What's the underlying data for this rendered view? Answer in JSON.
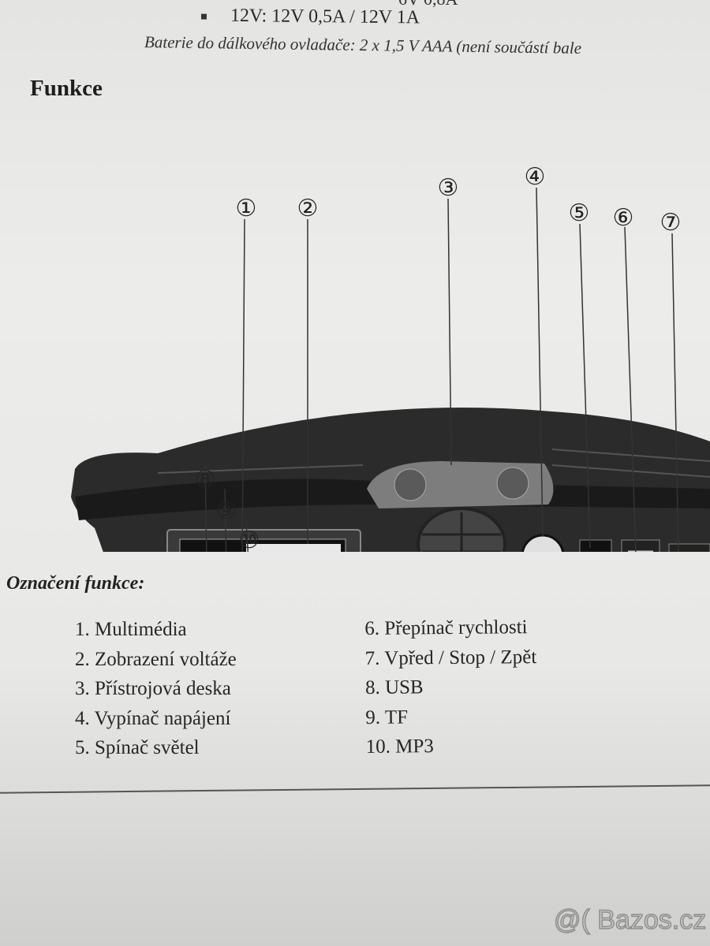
{
  "top_partial": "6V 0,8A",
  "spec_line": "12V: 12V 0,5A / 12V 1A",
  "battery_note": "Baterie do dálkového ovladače: 2 x 1,5 V AAA (není součástí bale",
  "section_title": "Funkce",
  "diagram": {
    "callouts": [
      "①",
      "②",
      "③",
      "④",
      "⑤",
      "⑥",
      "⑦",
      "⑧",
      "⑨",
      "⑩"
    ]
  },
  "legend_title": "Označení funkce:",
  "functions_left": [
    "1. Multimédia",
    "2. Zobrazení voltáže",
    "3. Přístrojová deska",
    "4. Vypínač napájení",
    "5. Spínač světel"
  ],
  "functions_right": [
    "6. Přepínač rychlosti",
    "7. Vpřed / Stop / Zpět",
    "8. USB",
    "9. TF",
    "10. MP3"
  ],
  "watermark": "@( Bazos.cz"
}
